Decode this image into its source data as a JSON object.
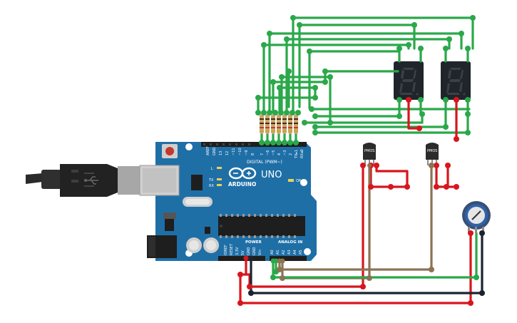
{
  "board": {
    "brand": "ARDUINO",
    "model": "UNO",
    "digital_label": "DIGITAL (PWM~)",
    "power_label": "POWER",
    "analog_label": "ANALOG IN",
    "on_label": "ON",
    "led_l": "L",
    "led_tx": "TX",
    "led_rx": "RX",
    "top_pins": [
      "AREF",
      "GND",
      "13",
      "12",
      "~11",
      "~10",
      "~9",
      "8",
      "7",
      "~6",
      "~5",
      "4",
      "~3",
      "2",
      "TX▸1",
      "RX◂0"
    ],
    "power_pins": [
      "IOREF",
      "RESET",
      "3.3V",
      "5V",
      "GND",
      "GND",
      "Vin"
    ],
    "analog_pins": [
      "A0",
      "A1",
      "A2",
      "A3",
      "A4",
      "A5"
    ]
  },
  "transistors": [
    {
      "label": "PMOS"
    },
    {
      "label": "PMOS"
    }
  ],
  "colors": {
    "wire_green": "#2aa84a",
    "wire_red": "#d8161d",
    "wire_black": "#1c2330",
    "wire_brown": "#8c7354",
    "board_blue": "#1f6fa7",
    "display_body": "#1f252b"
  }
}
